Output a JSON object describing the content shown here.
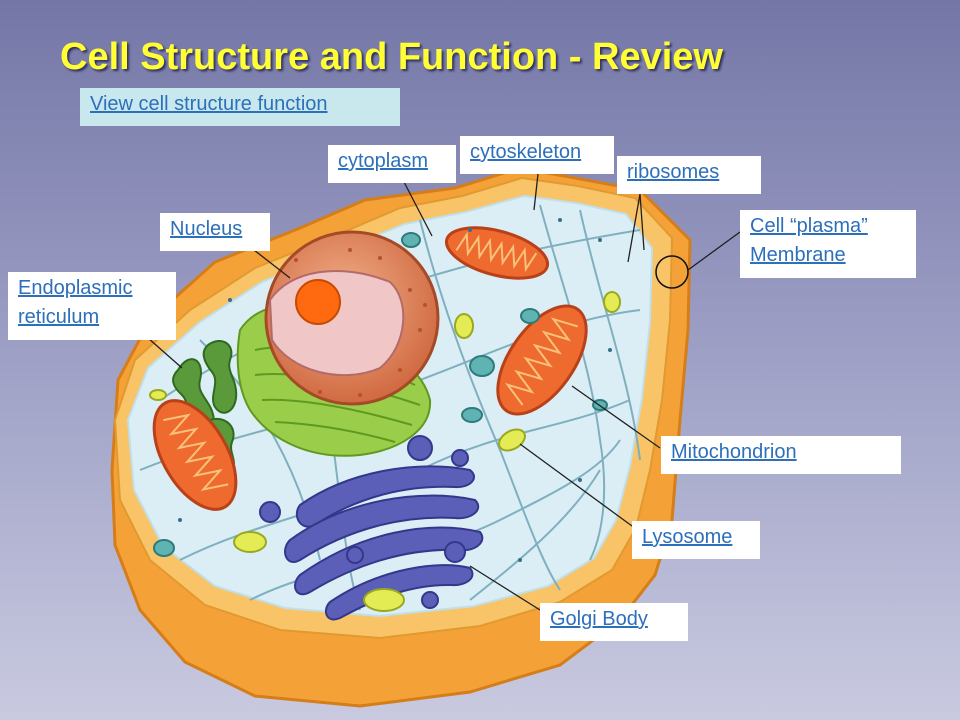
{
  "title": "Cell Structure and Function - Review",
  "top_link": "View cell structure function",
  "labels": {
    "cytoplasm": "cytoplasm",
    "cytoskeleton": "cytoskeleton",
    "ribosomes": "ribosomes",
    "nucleus": "Nucleus",
    "membrane_line1": "Cell “plasma”",
    "membrane_line2": "Membrane",
    "er_line1": "Endoplasmic",
    "er_line2": "reticulum",
    "mitochondrion": "Mitochondrion",
    "lysosome": "Lysosome",
    "golgi": "Golgi Body"
  },
  "colors": {
    "title": "#ffff33",
    "link": "#2c6fbb",
    "cell_wall": "#f4a238",
    "cytoplasm": "#dbeef5",
    "nucleus": "#e08a5c",
    "nucleolus": "#ff6a10",
    "er": "#9acd4a",
    "golgi": "#5b5fb8",
    "mitochondrion": "#ef6a2e",
    "lysosome": "#e3ec55",
    "vesicle": "#5fb3b3"
  }
}
